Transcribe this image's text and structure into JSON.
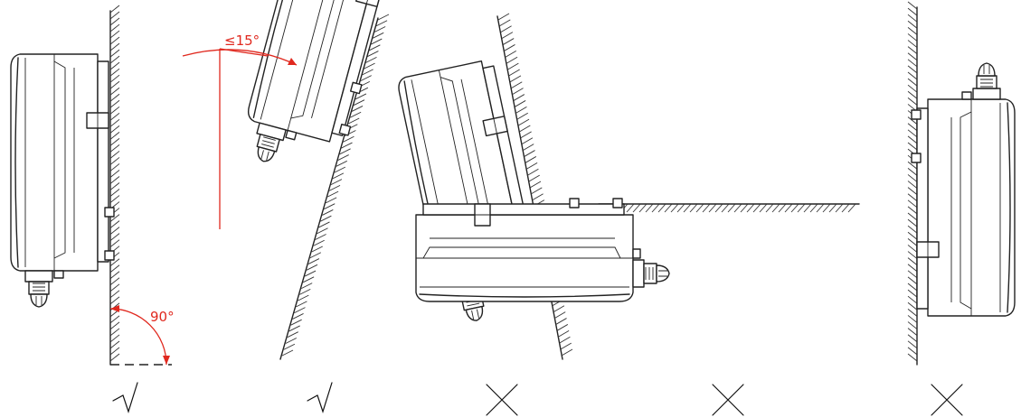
{
  "annotations": {
    "right_angle_label": "90°",
    "tilt_limit_label": "≤15°"
  },
  "variants": [
    {
      "id": "vertical-wall",
      "allowed": true
    },
    {
      "id": "tilted-back-wall",
      "allowed": true
    },
    {
      "id": "tilted-forward-wall",
      "allowed": false
    },
    {
      "id": "horizontal-floor",
      "allowed": false
    },
    {
      "id": "upside-down-wall",
      "allowed": false
    }
  ],
  "colors": {
    "line": "#222222",
    "annotation": "#e0281e",
    "background": "#ffffff"
  }
}
